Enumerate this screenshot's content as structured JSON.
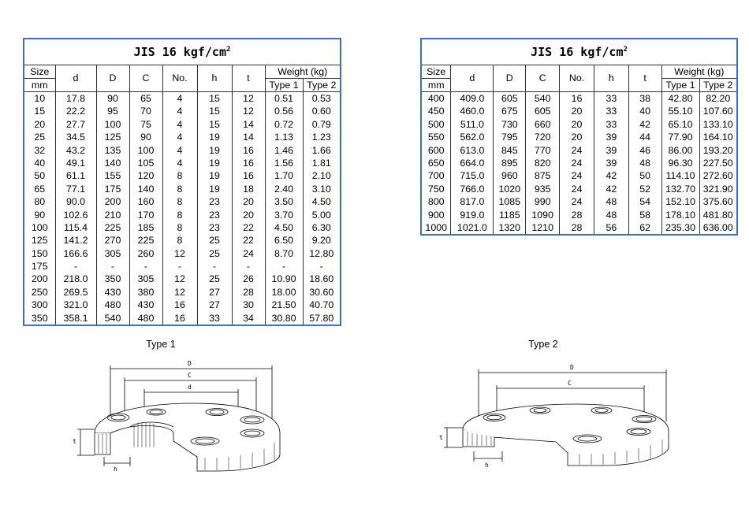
{
  "left_table": {
    "title_main": "JIS 16 kgf/cm",
    "title_sup": "2",
    "headers": {
      "size": "Size",
      "mm": "mm",
      "d": "d",
      "D": "D",
      "C": "C",
      "no": "No.",
      "h": "h",
      "t": "t",
      "weight": "Weight (kg)",
      "type1": "Type 1",
      "type2": "Type 2"
    },
    "rows": [
      [
        "10",
        "17.8",
        "90",
        "65",
        "4",
        "15",
        "12",
        "0.51",
        "0.53"
      ],
      [
        "15",
        "22.2",
        "95",
        "70",
        "4",
        "15",
        "12",
        "0.56",
        "0.60"
      ],
      [
        "20",
        "27.7",
        "100",
        "75",
        "4",
        "15",
        "14",
        "0.72",
        "0.79"
      ],
      [
        "25",
        "34.5",
        "125",
        "90",
        "4",
        "19",
        "14",
        "1.13",
        "1.23"
      ],
      [
        "32",
        "43.2",
        "135",
        "100",
        "4",
        "19",
        "16",
        "1.46",
        "1.66"
      ],
      [
        "40",
        "49.1",
        "140",
        "105",
        "4",
        "19",
        "16",
        "1.56",
        "1.81"
      ],
      [
        "50",
        "61.1",
        "155",
        "120",
        "8",
        "19",
        "16",
        "1.70",
        "2.10"
      ],
      [
        "65",
        "77.1",
        "175",
        "140",
        "8",
        "19",
        "18",
        "2.40",
        "3.10"
      ],
      [
        "80",
        "90.0",
        "200",
        "160",
        "8",
        "23",
        "20",
        "3.50",
        "4.50"
      ],
      [
        "90",
        "102.6",
        "210",
        "170",
        "8",
        "23",
        "20",
        "3.70",
        "5.00"
      ],
      [
        "100",
        "115.4",
        "225",
        "185",
        "8",
        "23",
        "22",
        "4.50",
        "6.30"
      ],
      [
        "125",
        "141.2",
        "270",
        "225",
        "8",
        "25",
        "22",
        "6.50",
        "9.20"
      ],
      [
        "150",
        "166.6",
        "305",
        "260",
        "12",
        "25",
        "24",
        "8.70",
        "12.80"
      ],
      [
        "175",
        "-",
        "-",
        "-",
        "-",
        "-",
        "-",
        "-",
        "-"
      ],
      [
        "200",
        "218.0",
        "350",
        "305",
        "12",
        "25",
        "26",
        "10.90",
        "18.60"
      ],
      [
        "250",
        "269.5",
        "430",
        "380",
        "12",
        "27",
        "28",
        "18.00",
        "30.60"
      ],
      [
        "300",
        "321.0",
        "480",
        "430",
        "16",
        "27",
        "30",
        "21.50",
        "40.70"
      ],
      [
        "350",
        "358.1",
        "540",
        "480",
        "16",
        "33",
        "34",
        "30.80",
        "57.80"
      ]
    ]
  },
  "right_table": {
    "title_main": "JIS 16 kgf/cm",
    "title_sup": "2",
    "headers": {
      "size": "Size",
      "mm": "mm",
      "d": "d",
      "D": "D",
      "C": "C",
      "no": "No.",
      "h": "h",
      "t": "t",
      "weight": "Weight (kg)",
      "type1": "Type 1",
      "type2": "Type 2"
    },
    "rows": [
      [
        "400",
        "409.0",
        "605",
        "540",
        "16",
        "33",
        "38",
        "42.80",
        "82.20"
      ],
      [
        "450",
        "460.0",
        "675",
        "605",
        "20",
        "33",
        "40",
        "55.10",
        "107.60"
      ],
      [
        "500",
        "511.0",
        "730",
        "660",
        "20",
        "33",
        "42",
        "65.10",
        "133.10"
      ],
      [
        "550",
        "562.0",
        "795",
        "720",
        "20",
        "39",
        "44",
        "77.90",
        "164.10"
      ],
      [
        "600",
        "613.0",
        "845",
        "770",
        "24",
        "39",
        "46",
        "86.00",
        "193.20"
      ],
      [
        "650",
        "664.0",
        "895",
        "820",
        "24",
        "39",
        "48",
        "96.30",
        "227.50"
      ],
      [
        "700",
        "715.0",
        "960",
        "875",
        "24",
        "42",
        "50",
        "114.10",
        "272.60"
      ],
      [
        "750",
        "766.0",
        "1020",
        "935",
        "24",
        "42",
        "52",
        "132.70",
        "321.90"
      ],
      [
        "800",
        "817.0",
        "1085",
        "990",
        "24",
        "48",
        "54",
        "152.10",
        "375.60"
      ],
      [
        "900",
        "919.0",
        "1185",
        "1090",
        "28",
        "48",
        "58",
        "178.10",
        "481.80"
      ],
      [
        "1000",
        "1021.0",
        "1320",
        "1210",
        "28",
        "56",
        "62",
        "235.30",
        "636.00"
      ]
    ]
  },
  "diagrams": {
    "type1": {
      "label": "Type 1",
      "dims": {
        "D": "D",
        "C": "C",
        "d": "d",
        "t": "t",
        "h": "h"
      }
    },
    "type2": {
      "label": "Type 2",
      "dims": {
        "D": "D",
        "C": "C",
        "t": "t",
        "h": "h"
      }
    }
  }
}
